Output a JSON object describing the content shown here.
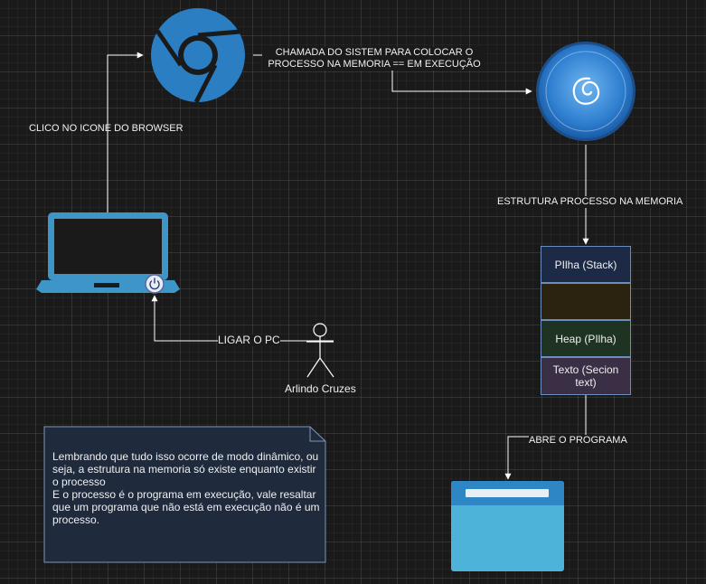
{
  "labels": {
    "click_browser": "CLICO NO ICONE DO BROWSER",
    "system_call_line1": "CHAMADA DO SISTEM PARA COLOCAR O",
    "system_call_line2": "PROCESSO NA MEMORIA == EM  EXECUÇÃO",
    "process_structure": "ESTRUTURA PROCESSO NA MEMORIA",
    "power_on": "LIGAR O PC",
    "open_program": "ABRE O PROGRAMA"
  },
  "actor": {
    "name": "Arlindo Cruzes"
  },
  "memory": {
    "stack": "PIlha (Stack)",
    "empty": "",
    "heap": "Heap (PIlha)",
    "text": "Texto (Secion text)"
  },
  "note": {
    "line1": "Lembrando que tudo isso ocorre de modo dinâmico, ou seja, a estrutura na memoria só existe enquanto existir o processo",
    "line2": "E o processo é o programa em execução, vale resaltar que um programa que não está em execução não é um processo."
  },
  "icons": {
    "browser": "chrome-logo-icon",
    "os": "debian-logo-icon",
    "laptop": "laptop-icon",
    "power": "power-icon",
    "window": "app-window-icon",
    "actor": "stick-figure-icon"
  },
  "colors": {
    "background": "#1a1a1a",
    "edge": "#ffffff",
    "browser_blue": "#2b7ec1",
    "laptop_blue": "#3d96c7",
    "window_blue": "#4db3d9",
    "stack_fill": "#1d2a45",
    "empty_fill": "#2b2210",
    "heap_fill": "#1e3322",
    "text_fill": "#3a2f45",
    "note_fill": "#1f2a3d"
  }
}
